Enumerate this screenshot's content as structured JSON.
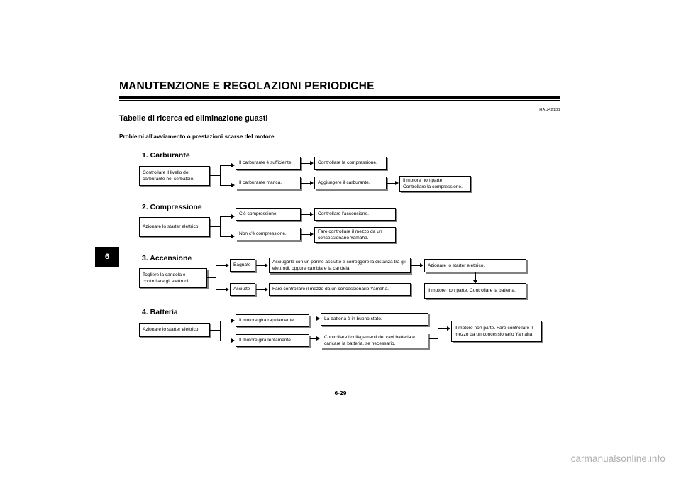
{
  "header": {
    "chapter_title": "MANUTENZIONE E REGOLAZIONI PERIODICHE",
    "doc_code": "HAU42131",
    "section_heading": "Tabelle di ricerca ed eliminazione guasti",
    "sub_heading": "Problemi all'avviamento o prestazioni scarse del motore"
  },
  "side_tab": {
    "label": "6"
  },
  "footer": {
    "page_number": "6-29",
    "watermark": "carmanualsonline.info"
  },
  "charts": [
    {
      "title": "1. Carburante",
      "start": "Controllare il livello del carburante nel serbatoio.",
      "branch_top": "Il carburante è sufficiente.",
      "branch_bottom": "Il carburante manca.",
      "action_top": "Controllare la compressione.",
      "action_bottom": "Aggiungere il carburante.",
      "result": "Il motore non parte. Controllare la compressione."
    },
    {
      "title": "2. Compressione",
      "start": "Azionare lo starter elettrico.",
      "branch_top": "C'è compressione.",
      "branch_bottom": "Non c'è compressione.",
      "action_top": "Controllare l'accensione.",
      "action_bottom": "Fare controllare il mezzo da un concessionario Yamaha."
    },
    {
      "title": "3. Accensione",
      "start": "Togliere la candela e controllare gli elettrodi.",
      "branch_top": "Bagnate",
      "branch_bottom": "Asciutte",
      "action_top": "Asciugarla con un panno asciutto e correggere la distanza tra gli elettrodi, oppure cambiare la candela.",
      "action_bottom": "Fare controllare il mezzo da un concessionario Yamaha.",
      "result_top": "Azionare lo starter elettrico.",
      "result_bottom": "Il motore non parte. Controllare la batteria."
    },
    {
      "title": "4. Batteria",
      "start": "Azionare lo starter elettrico.",
      "branch_top": "Il motore gira rapidamente.",
      "branch_bottom": "Il motore gira lentamente.",
      "action_top": "La batteria è in buono stato.",
      "action_bottom": "Controllare i collegamenti dei cavi batteria e caricare la batteria, se necessario.",
      "result": "Il motore non parte. Fare controllare il mezzo da un concessionario Yamaha."
    }
  ]
}
